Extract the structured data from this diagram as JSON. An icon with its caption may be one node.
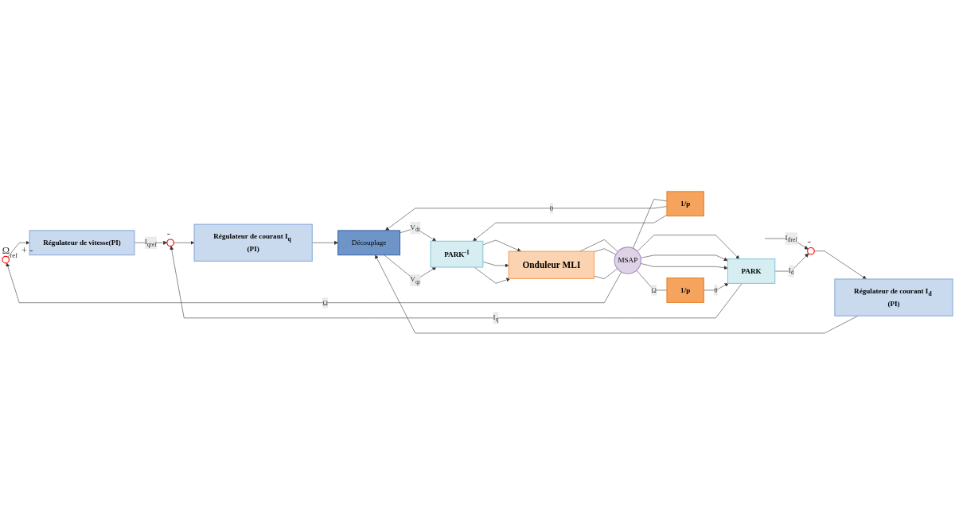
{
  "diagram": {
    "nodes": [
      {
        "text": [],
        "shape": "circle",
        "beside": [
          "Ω$_{ref}$",
          "+",
          "-"
        ]
      },
      {
        "text": [
          "Régulateur de vitesse(PI)"
        ]
      },
      {
        "text": [],
        "shape": "circle",
        "beside": [
          "-"
        ]
      },
      {
        "text": [
          "Régulateur de courant I$_{q}$ (PI)"
        ]
      },
      {
        "text": [],
        "shape": "circle",
        "beside": [
          "-"
        ]
      },
      {
        "text": [
          "Régulateur de courant I$_{d}$ (PI)"
        ]
      },
      {
        "text": [
          "Découplage"
        ]
      },
      {
        "text": [
          "PARK$^{-1}$"
        ]
      },
      {
        "text": [
          "Onduleur MLI"
        ]
      },
      {
        "text": [
          "MSAP"
        ]
      },
      {
        "text": [
          "PARK"
        ]
      },
      {
        "text": [
          "1/p"
        ]
      },
      {
        "text": [
          "1/p"
        ]
      }
    ],
    "edges": [
      {
        "from": 0,
        "to": 1,
        "arrow": "to"
      },
      {
        "from": 1,
        "to": 2,
        "arrow": "to",
        "label": "I$_{qref}$"
      },
      {
        "from": 2,
        "to": 3,
        "arrow": "to"
      },
      {
        "from": 3,
        "to": 6,
        "arrow": "to"
      },
      {
        "from": null,
        "to": 4,
        "arrow": "to",
        "label": "I$_{dref}$"
      },
      {
        "from": 4,
        "to": 5,
        "arrow": "to"
      },
      {
        "from": 5,
        "to": 6,
        "arrow": "to"
      },
      {
        "from": 6,
        "to": 7,
        "arrow": "to",
        "label": "V$_{dr}$"
      },
      {
        "from": 6,
        "to": 7,
        "arrow": "to",
        "label": "V$_{qr}$"
      },
      {
        "from": 7,
        "to": 8,
        "arrow": "to"
      },
      {
        "from": 7,
        "to": 8,
        "arrow": "to"
      },
      {
        "from": 7,
        "to": 8,
        "arrow": "to"
      },
      {
        "from": 8,
        "to": 9,
        "arrow": "none"
      },
      {
        "from": 8,
        "to": 9,
        "arrow": "none"
      },
      {
        "from": 8,
        "to": 9,
        "arrow": "none"
      },
      {
        "from": 9,
        "to": 10,
        "arrow": "to"
      },
      {
        "from": 9,
        "to": 10,
        "arrow": "to"
      },
      {
        "from": 9,
        "to": 10,
        "arrow": "to"
      },
      {
        "from": 10,
        "to": 4,
        "arrow": "to",
        "label": "I$_{d}$"
      },
      {
        "from": 10,
        "to": 2,
        "arrow": "to",
        "label": "I$_{q}$"
      },
      {
        "from": 9,
        "to": 12,
        "arrow": "none",
        "label": "Ω"
      },
      {
        "from": 12,
        "to": 10,
        "arrow": "to",
        "label": "θ"
      },
      {
        "from": 9,
        "to": 0,
        "arrow": "to",
        "label": "Ω"
      },
      {
        "from": 9,
        "to": 11,
        "arrow": "none"
      },
      {
        "from": 11,
        "to": 6,
        "arrow": "to",
        "label": "θ"
      },
      {
        "from": 11,
        "to": 7,
        "arrow": "to"
      }
    ]
  }
}
